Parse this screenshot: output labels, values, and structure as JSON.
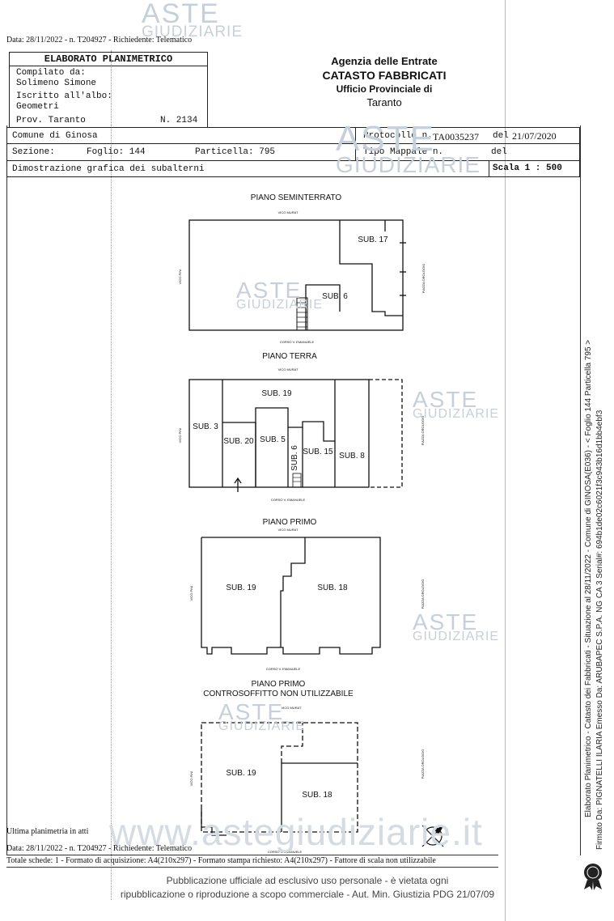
{
  "watermark": {
    "line1": "ASTE",
    "line2": "GIUDIZIARIE",
    "site": "www.astegiudiziarie.it"
  },
  "top_note": "Data: 28/11/2022 - n. T204927 - Richiedente: Telematico",
  "left_box": {
    "title": "ELABORATO PLANIMETRICO",
    "compilato_label": "Compilato da:",
    "compilato_name": "Solimeno Simone",
    "iscritto_label": "Iscritto all'albo:",
    "iscritto_value": "Geometri",
    "prov": "Prov. Taranto",
    "numero": "N. 2134"
  },
  "agency": {
    "line1": "Agenzia delle Entrate",
    "line2": "CATASTO FABBRICATI",
    "line3": "Ufficio Provinciale di",
    "line4": "Taranto"
  },
  "info_row": {
    "comune": "Comune di Ginosa",
    "protocollo_label": "Protocollo n.",
    "protocollo_value": "TA0035237",
    "del_label": "del",
    "del_value": "21/07/2020",
    "sezione": "Sezione:",
    "foglio": "Foglio: 144",
    "particella": "Particella: 795",
    "tipo_mappale": "Tipo Mappale n.",
    "del2": "del",
    "dimostrazione": "Dimostrazione grafica dei subalterni",
    "scala": "Scala 1 : 500"
  },
  "plans": {
    "seminterrato": {
      "title": "PIANO SEMINTERRATO",
      "north": "VICO MURAT",
      "south": "CORSO V. EMANUELE",
      "west": "VICO PINI",
      "east": "PIAZZA OROLOGIO",
      "units": [
        "SUB. 17",
        "SUB. 6"
      ]
    },
    "terra": {
      "title": "PIANO TERRA",
      "north": "VICO MURAT",
      "south": "CORSO V. EMANUELE",
      "west": "VICO PINI",
      "east": "PIAZZA OROLOGIO",
      "units": [
        "SUB. 19",
        "SUB. 3",
        "SUB. 20",
        "SUB. 5",
        "SUB. 6",
        "SUB. 15",
        "SUB. 8"
      ]
    },
    "primo": {
      "title": "PIANO PRIMO",
      "north": "VICO MURAT",
      "south": "CORSO V. EMANUELE",
      "west": "VICO PINI",
      "east": "PIAZZA OROLOGIO",
      "units": [
        "SUB. 19",
        "SUB. 18"
      ]
    },
    "controsoffitto": {
      "title": "PIANO PRIMO",
      "subtitle": "CONTROSOFFITTO NON UTILIZZABILE",
      "north": "VICO MURAT",
      "south": "CORSO V. EMANUELE",
      "west": "VICO PINI",
      "east": "PIAZZA OROLOGIO",
      "units": [
        "SUB. 19",
        "SUB. 18"
      ]
    }
  },
  "footer": {
    "ultima": "Ultima planimetria in atti",
    "data": "Data: 28/11/2022 - n. T204927 - Richiedente: Telematico",
    "totale": "Totale schede: 1 - Formato di acquisizione: A4(210x297) - Formato stampa richiesto: A4(210x297) - Fattore di scala non utilizzabile",
    "pub1": "Pubblicazione ufficiale ad esclusivo uso personale - è vietata ogni",
    "pub2": "ripubblicazione o riproduzione a scopo commerciale - Aut. Min. Giustizia PDG 21/07/09"
  },
  "side": {
    "line1": "Elaborato Planimetrico - Catasto dei Fabbricati - Situazione al 28/11/2022 - Comune di GINOSA(E036) - < Foglio 144 Particella 795 >",
    "line2": "Firmato Da: PIGNATELLI ILARIA Emesso Da: ARUBAPEC S.P.A. NG CA 3 Serial#: 694b1de02c6021f3c943b16d1bb4ebf3"
  }
}
